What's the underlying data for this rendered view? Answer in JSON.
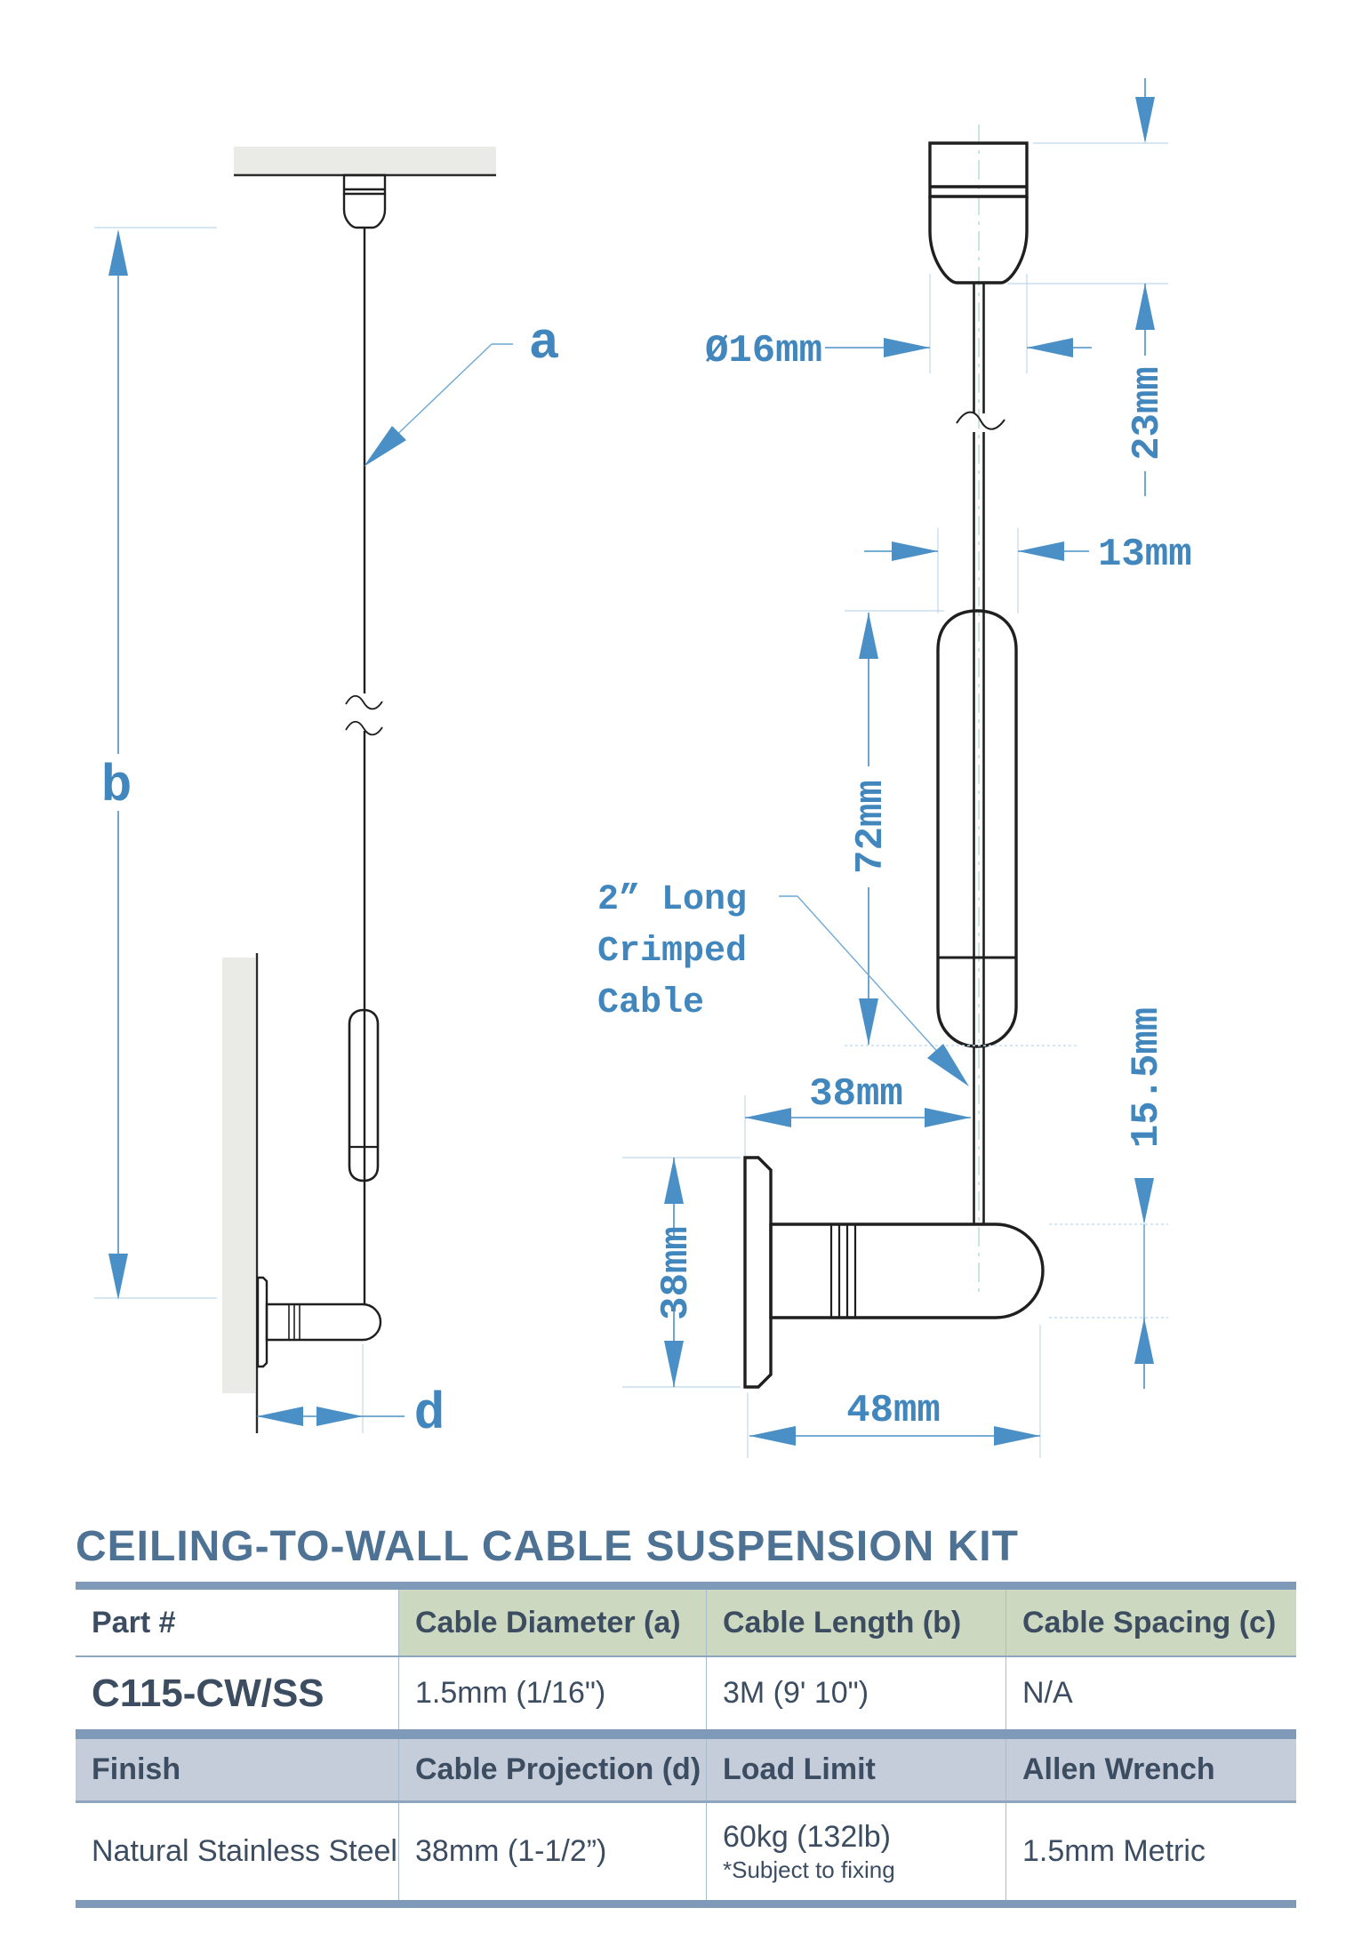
{
  "title": "CEILING-TO-WALL CABLE SUSPENSION KIT",
  "diagram": {
    "label_a": "a",
    "label_b": "b",
    "label_d": "d",
    "note_line1": "2” Long",
    "note_line2": "Crimped",
    "note_line3": "Cable",
    "dim_diameter": "Ø16mm",
    "dim_fitting_height": "23mm",
    "dim_gripper_width": "13mm",
    "dim_gripper_length": "72mm",
    "dim_bracket_height": "15.5mm",
    "dim_projection": "38mm",
    "dim_plate_height": "38mm",
    "dim_overall_projection": "48mm"
  },
  "table": {
    "header_row1": [
      "Part #",
      "Cable Diameter (a)",
      "Cable Length (b)",
      "Cable Spacing (c)"
    ],
    "data_row1": [
      "C115-CW/SS",
      "1.5mm (1/16\")",
      "3M (9' 10\")",
      "N/A"
    ],
    "header_row2": [
      "Finish",
      "Cable Projection (d)",
      "Load Limit",
      "Allen Wrench"
    ],
    "data_row2": [
      "Natural Stainless Steel",
      "38mm (1-1/2”)",
      "60kg (132lb)",
      "1.5mm Metric"
    ],
    "load_limit_note": "*Subject to fixing"
  },
  "colors": {
    "dimension_blue": "#4187bd",
    "arrow_blue": "#4a90c6",
    "line_black": "#1f1f1f",
    "title_blue": "#4d7294",
    "table_text": "#3c4d62",
    "header_green": "#ccd8c0",
    "header_gray_blue": "#c4cdd9",
    "bar_blue": "#7f9ab8",
    "surface_gray": "#eaeae6",
    "centerline_teal": "#b5ddd2"
  }
}
